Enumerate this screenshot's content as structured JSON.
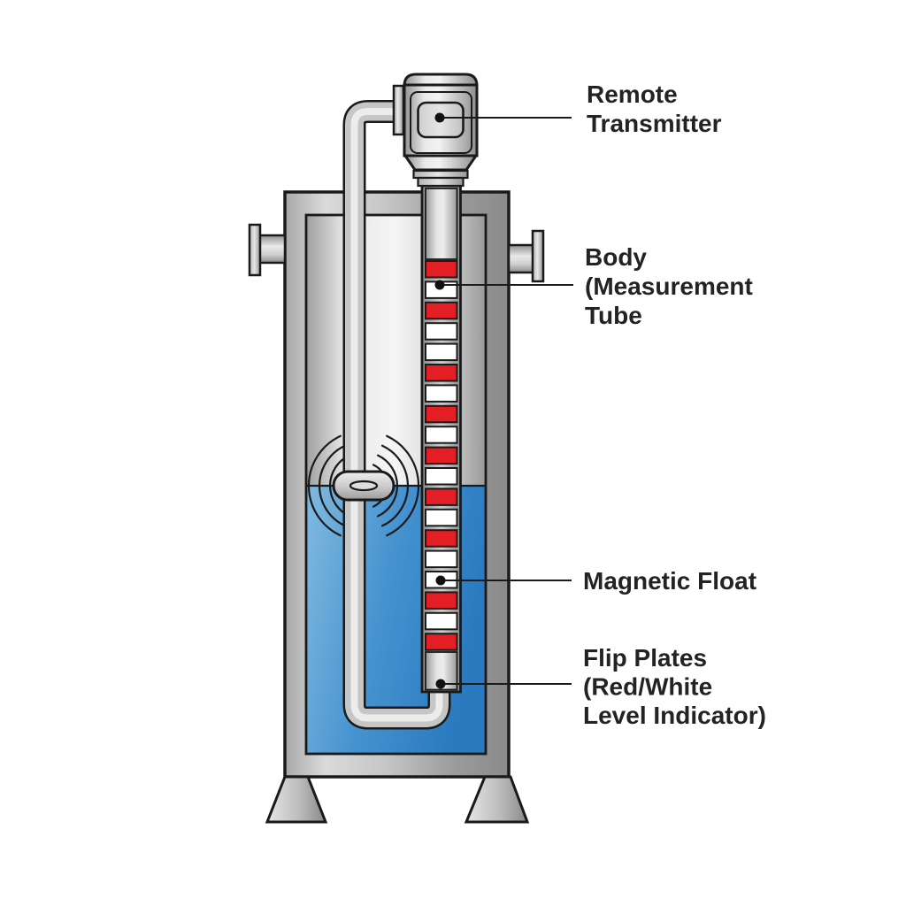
{
  "diagram": {
    "subject": "Magnetic level gauge mounted on a tank",
    "background": "#ffffff",
    "outline_color": "#1a1a1a",
    "text_color": "#232323",
    "accent_red": "#e31e24",
    "liquid_blue_light": "#82badf",
    "liquid_blue_dark": "#2b7ac0"
  },
  "labels": {
    "remote_transmitter": {
      "line1": "Remote",
      "line2": "Transmitter"
    },
    "body_tube": {
      "line1": "Body",
      "line2": "(Measurement",
      "line3": "Tube"
    },
    "magnetic_float": {
      "line1": "Magnetic Float"
    },
    "flip_plates": {
      "line1": "Flip Plates",
      "line2": "(Red/White",
      "line3": "Level Indicator)"
    }
  },
  "gauge": {
    "flip_plates": {
      "pattern": [
        "red",
        "white",
        "red",
        "white",
        "white",
        "red",
        "white",
        "red",
        "white",
        "red",
        "white",
        "red",
        "white",
        "red",
        "white",
        "white",
        "red",
        "white",
        "red"
      ],
      "colors": {
        "red": "#e31e24",
        "white": "#ffffff"
      }
    }
  }
}
